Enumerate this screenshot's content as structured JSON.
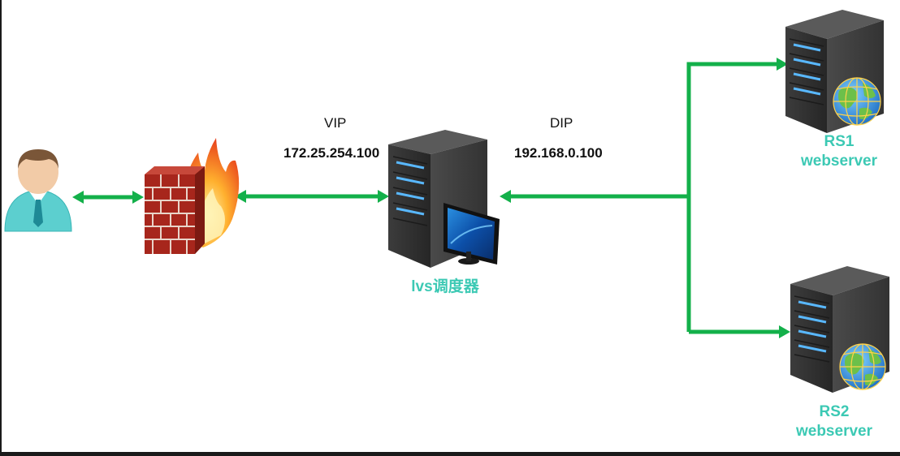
{
  "labels": {
    "vip_title": "VIP",
    "vip_address": "172.25.254.100",
    "dip_title": "DIP",
    "dip_address": "192.168.0.100",
    "lvs_label": "lvs调度器",
    "rs1_name": "RS1",
    "rs1_role": "webserver",
    "rs2_name": "RS2",
    "rs2_role": "webserver"
  },
  "colors": {
    "arrow": "#13b04a",
    "label_accent": "#3cc9b4"
  },
  "icons": [
    "user-icon",
    "firewall-icon",
    "lvs-server-icon",
    "monitor-icon",
    "rs1-server-icon",
    "rs2-server-icon",
    "globe-icon"
  ]
}
